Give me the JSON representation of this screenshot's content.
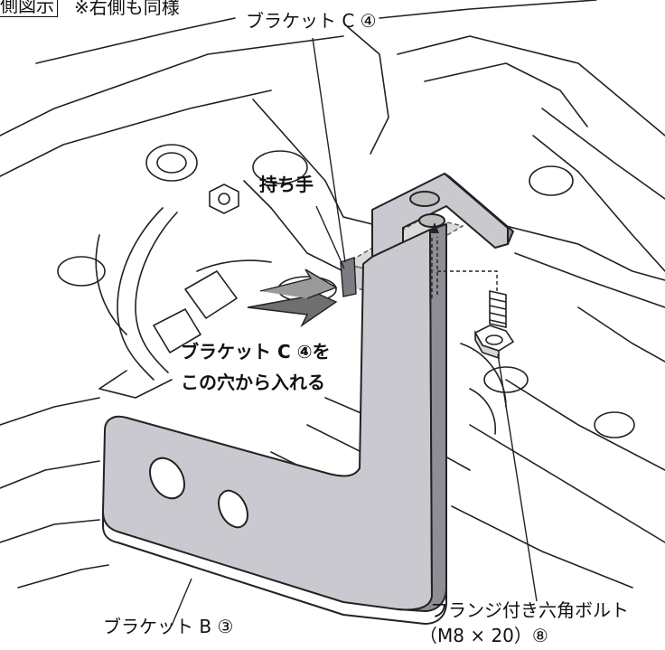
{
  "header": {
    "boxed_label": "側図示",
    "note": "※右側も同様"
  },
  "labels": {
    "bracket_c": "ブラケット C ④",
    "handle": "持ち手",
    "instruction_line1": "ブラケット C ④を",
    "instruction_line2": "この穴から入れる",
    "bracket_b": "ブラケット B ③",
    "bolt_line1": "フランジ付き六角ボルト",
    "bolt_line2": "（M8 × 20）⑧"
  },
  "colors": {
    "line": "#222222",
    "bracket_fill": "#c9c9cf",
    "bracket_dark": "#8e8e96",
    "arrow_fill": "#6f6f6f",
    "translucent": "#bdbdbd"
  }
}
